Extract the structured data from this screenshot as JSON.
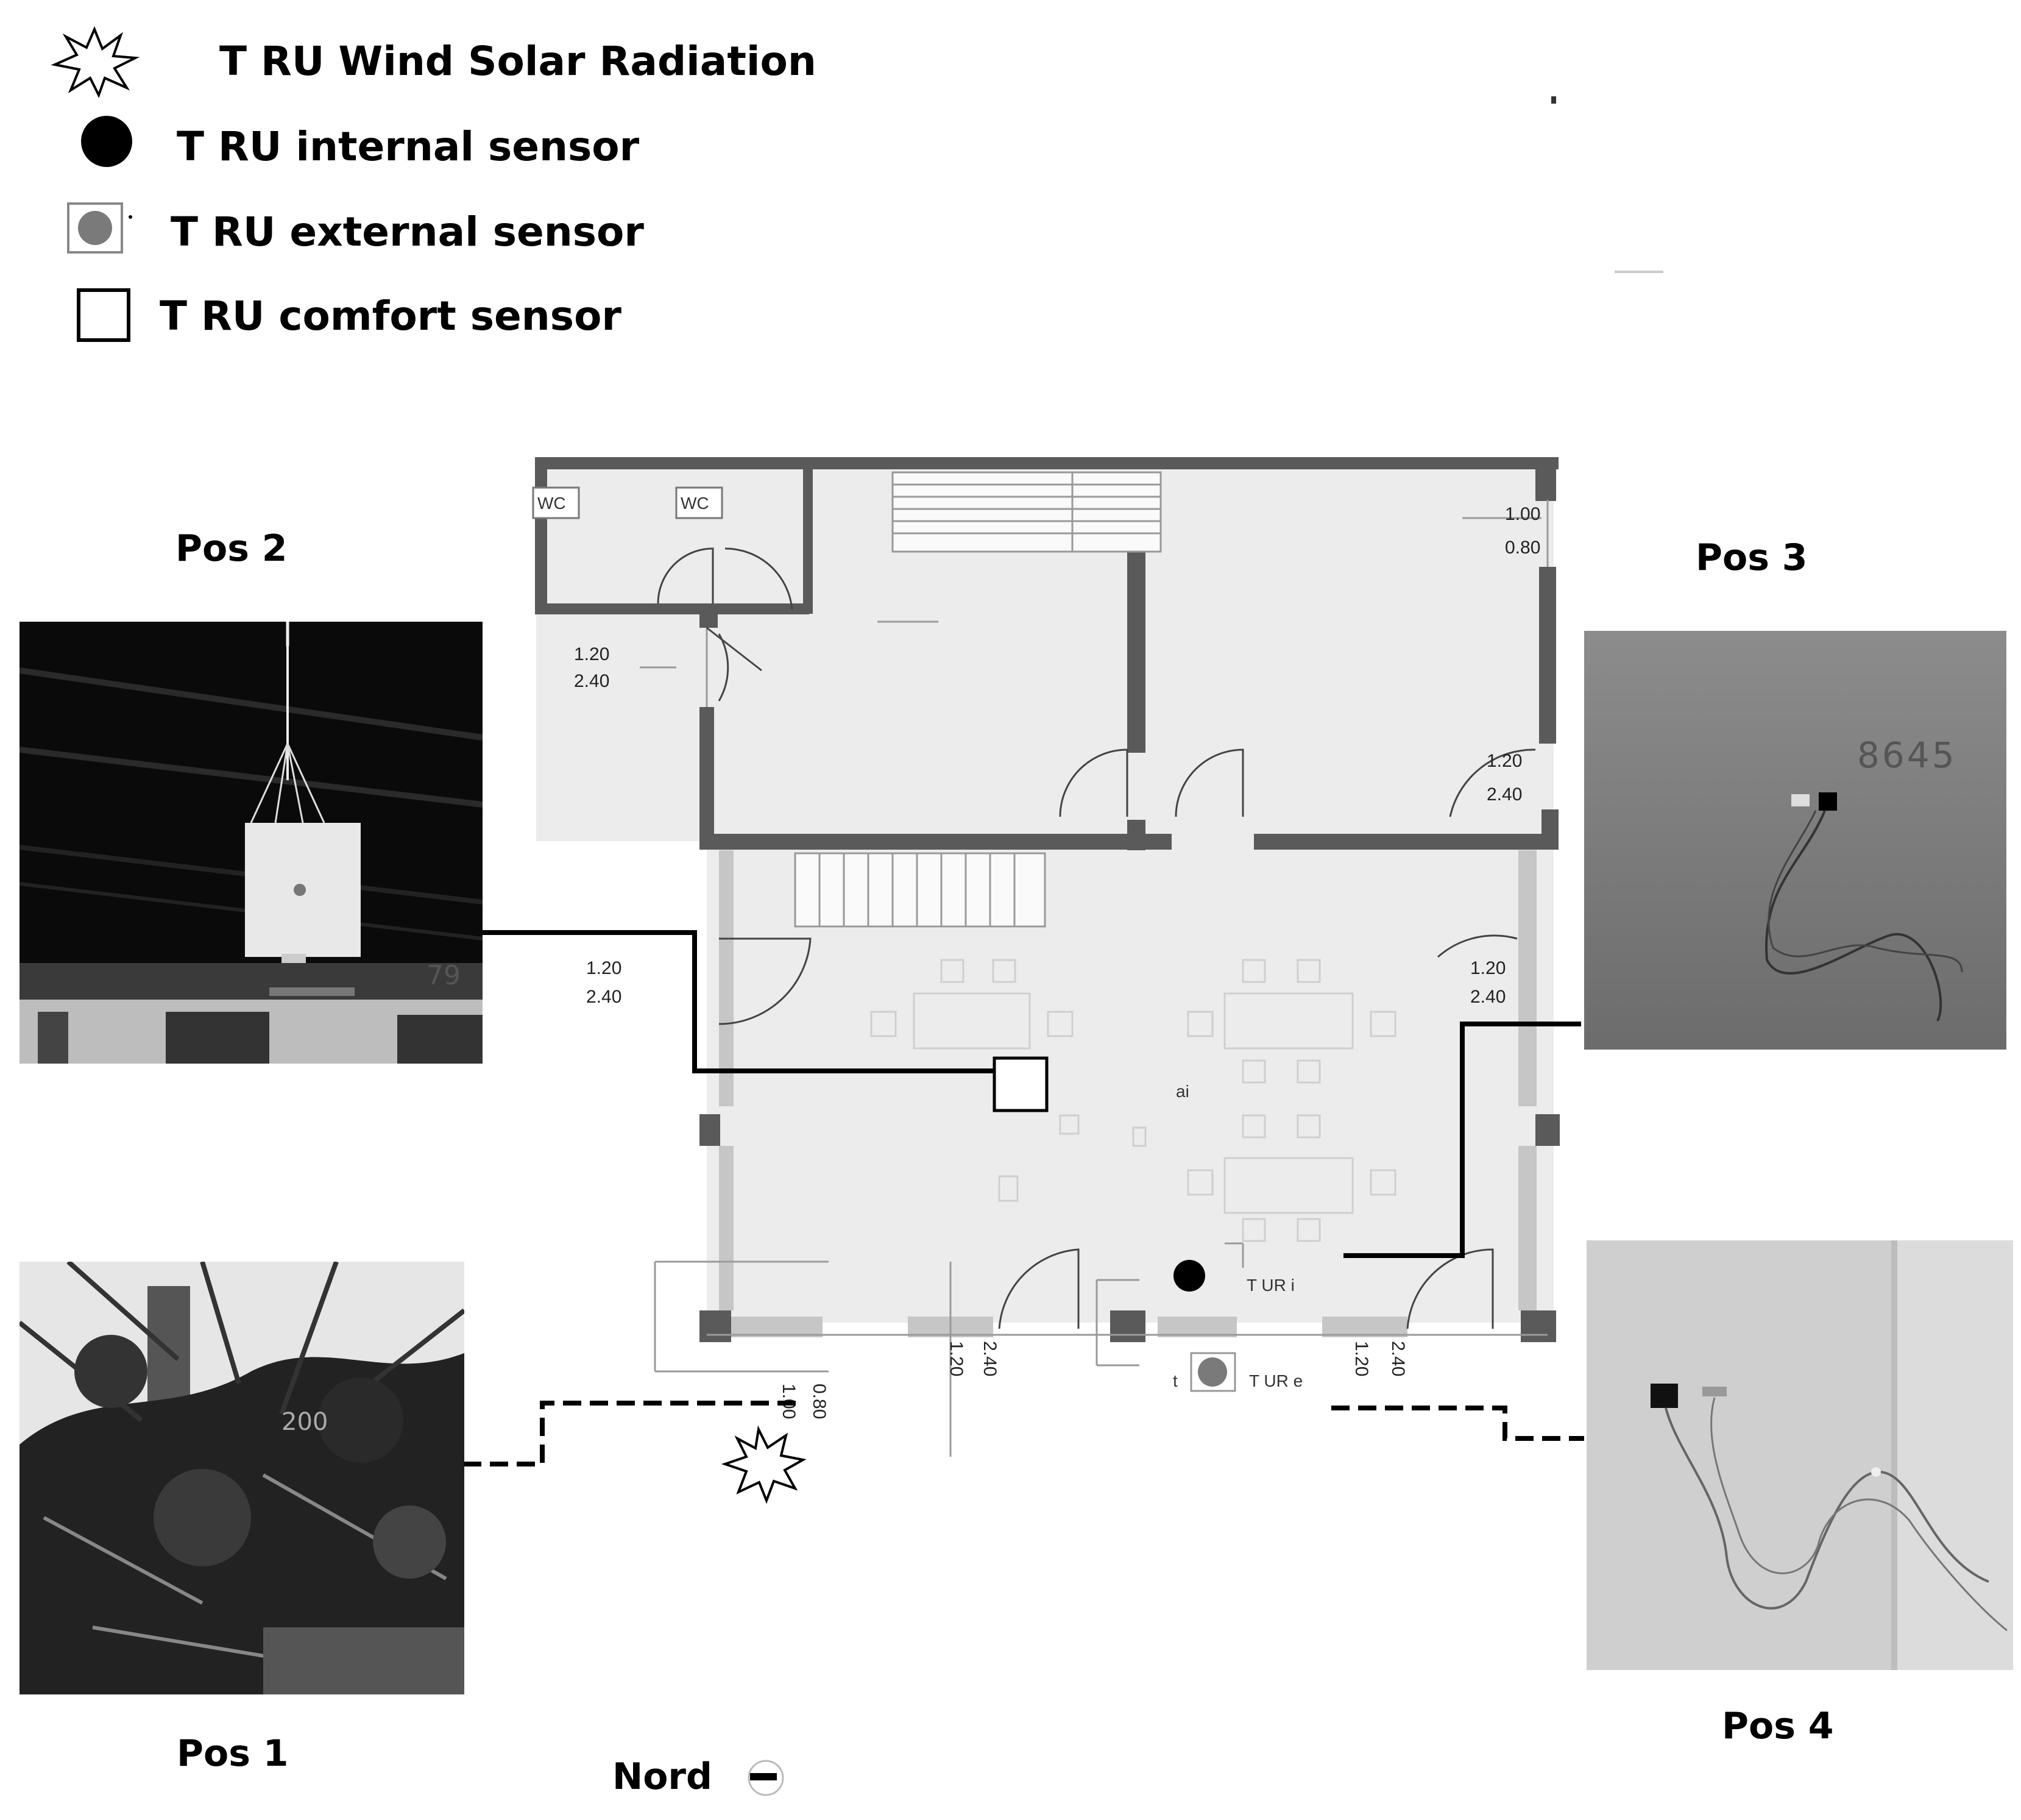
{
  "legend": {
    "items": [
      {
        "icon": "starburst-icon",
        "label": "T RU Wind  Solar Radiation"
      },
      {
        "icon": "black-dot-icon",
        "label": "T RU internal sensor"
      },
      {
        "icon": "grey-dot-icon",
        "label": "T RU external sensor"
      },
      {
        "icon": "empty-square-icon",
        "label": "T RU comfort sensor"
      }
    ]
  },
  "positions": {
    "pos1": "Pos 1",
    "pos2": "Pos 2",
    "pos3": "Pos 3",
    "pos4": "Pos 4"
  },
  "compass": {
    "label": "Nord",
    "icon": "north-arrow-icon"
  },
  "plan": {
    "wc1": "WC",
    "wc2": "WC",
    "dims": {
      "top_right_a": "1.00",
      "top_right_b": "0.80",
      "left_door_a": "1.20",
      "left_door_b": "2.40",
      "mid_right_a": "1.20",
      "mid_right_b": "2.40",
      "lower_left_a": "1.20",
      "lower_left_b": "2.40",
      "lower_right_a": "1.20",
      "lower_right_b": "2.40",
      "bottom_1_a": "1.00",
      "bottom_1_b": "0.80",
      "bottom_2_a": "1.20",
      "bottom_2_b": "2.40",
      "bottom_3_a": "1.20",
      "bottom_3_b": "2.40"
    },
    "room_mark": "ai",
    "internal_sensor_label": "T UR i",
    "external_sensor_label": "T UR e",
    "external_prefix": "t"
  },
  "photos": {
    "pos2_number": "79",
    "pos3_number": "8645",
    "pos1_number": "200"
  },
  "colors": {
    "wall": "#5a5a5a",
    "floor": "#ececec",
    "line": "#000000",
    "ext_sensor": "#7a7a7a"
  }
}
